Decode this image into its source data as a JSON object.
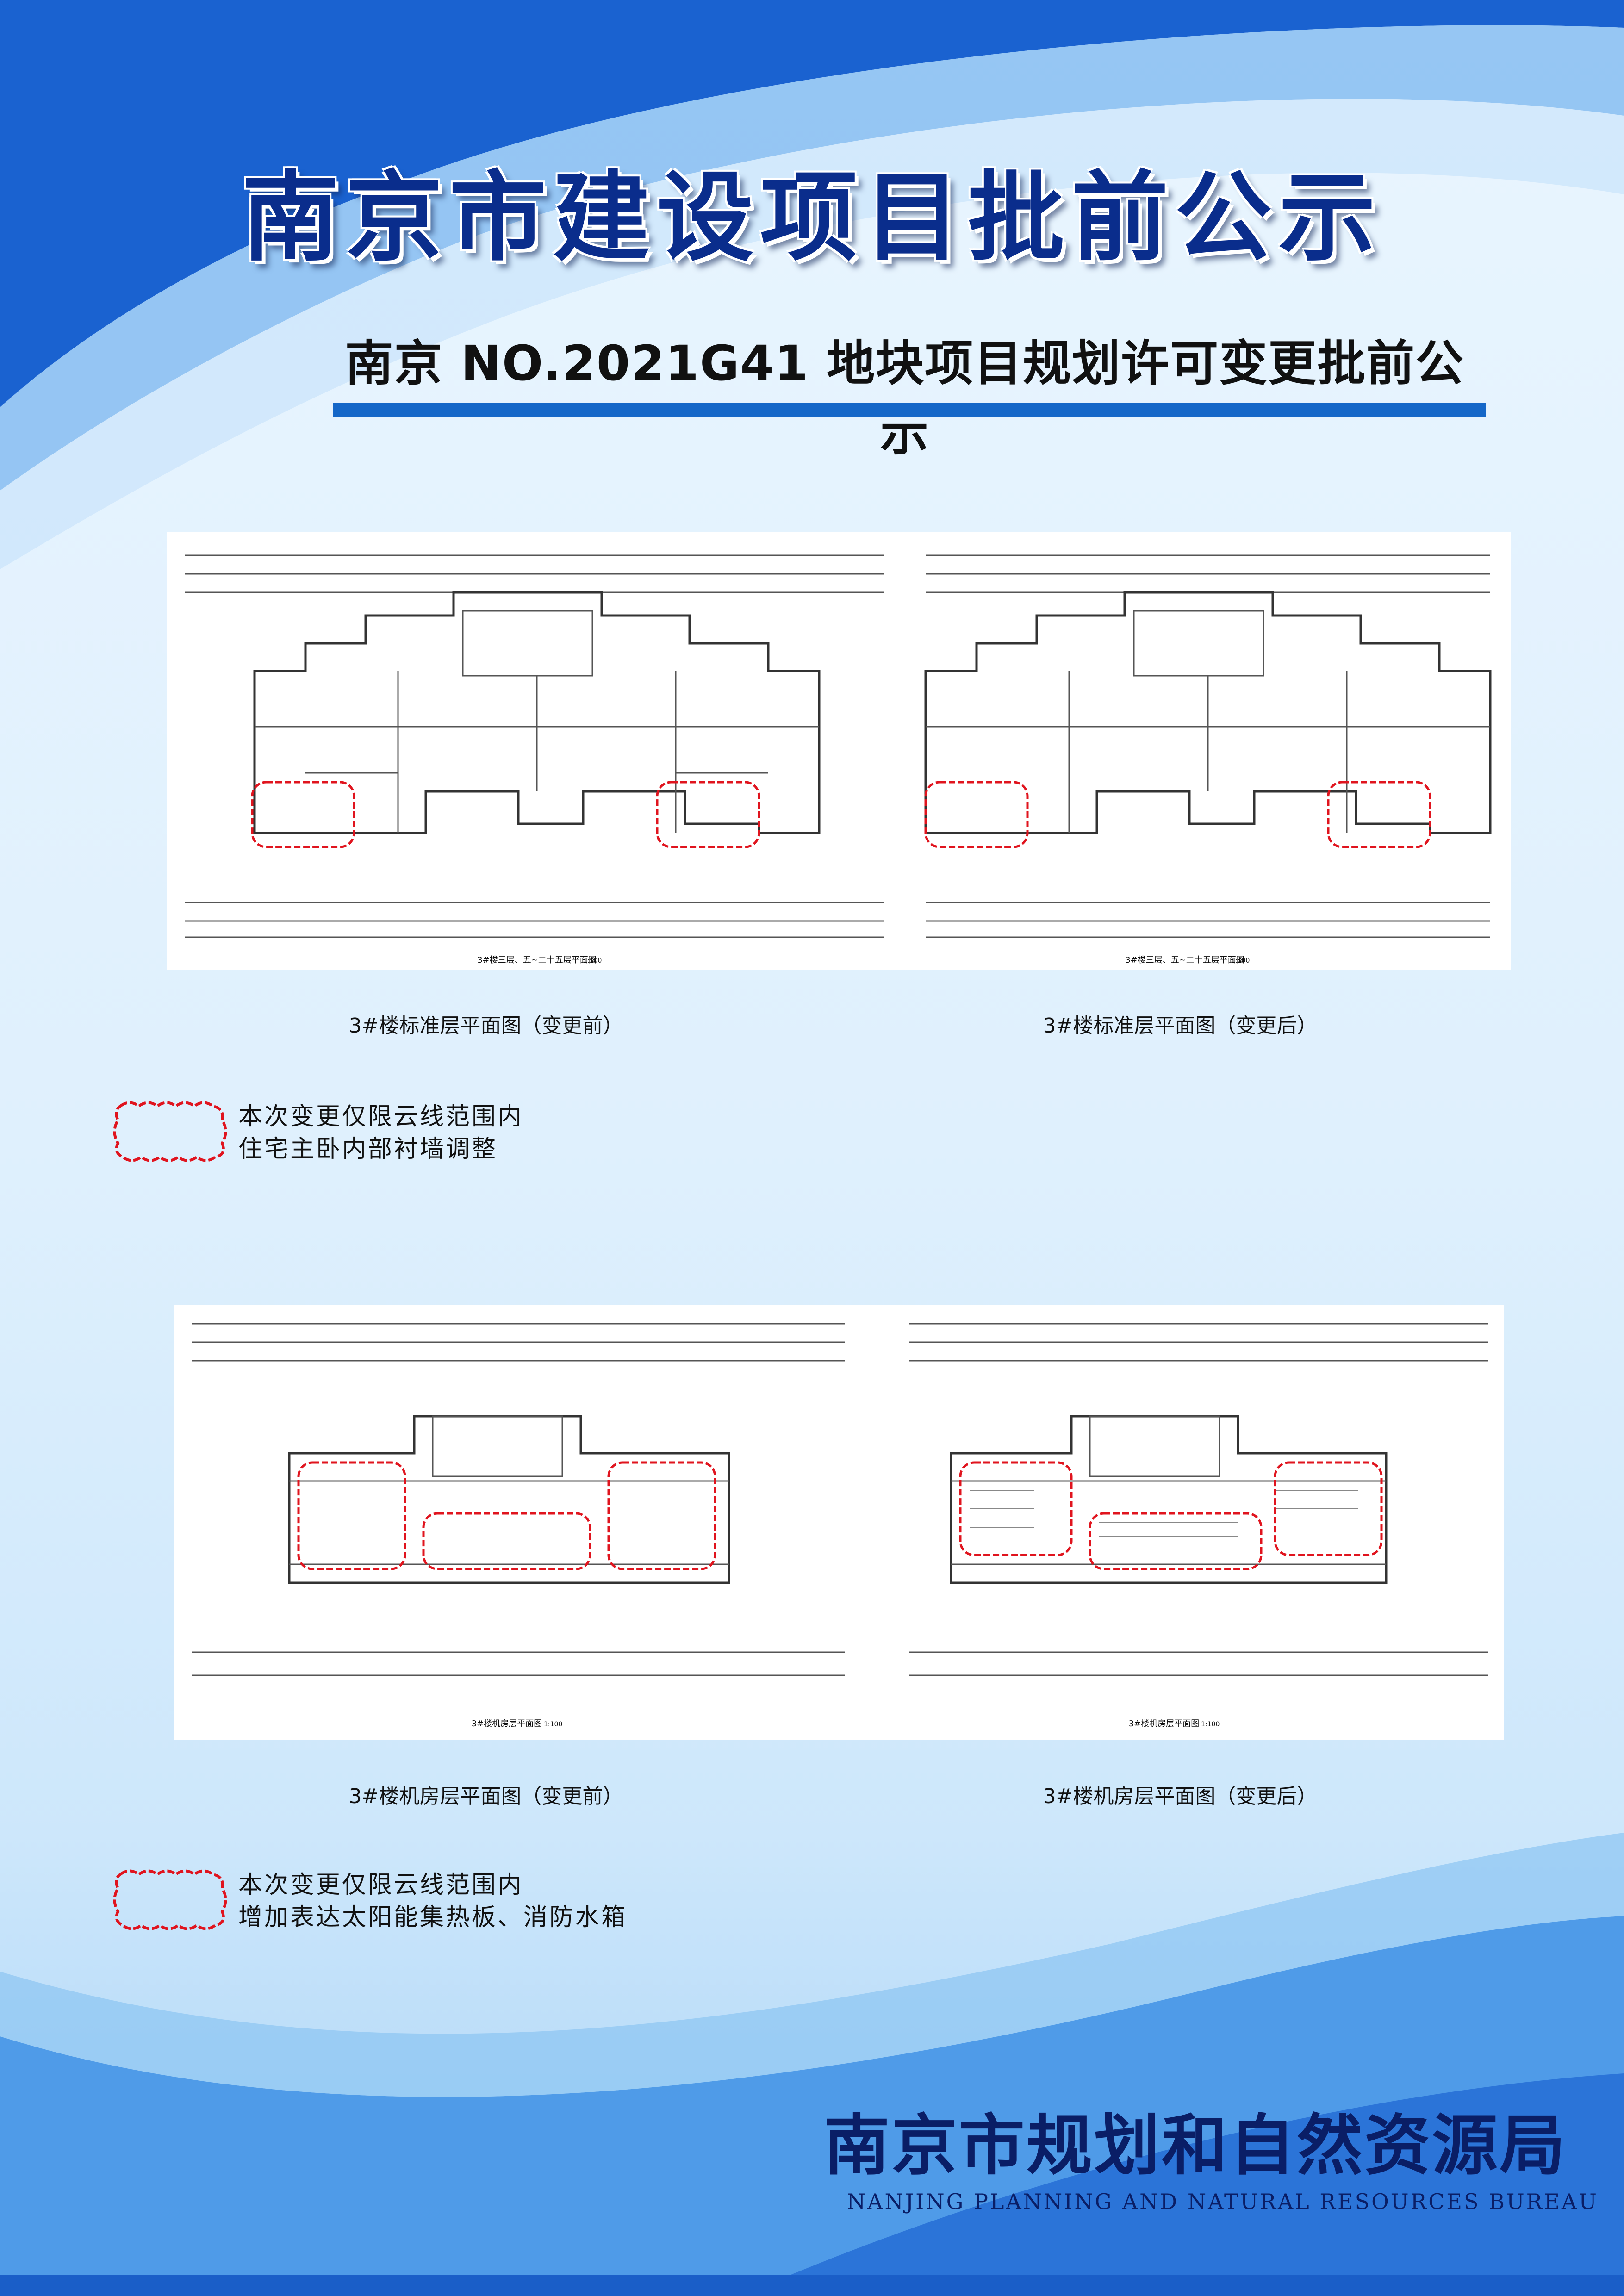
{
  "header": {
    "main_title": "南京市建设项目批前公示",
    "subtitle": "南京 NO.2021G41 地块项目规划许可变更批前公示"
  },
  "sections": [
    {
      "panels": [
        {
          "drawing_title": "3#楼三层、五~二十五层平面图",
          "scale": "1:100",
          "caption": "3#楼标准层平面图（变更前）"
        },
        {
          "drawing_title": "3#楼三层、五~二十五层平面图",
          "scale": "1:100",
          "caption": "3#楼标准层平面图（变更后）"
        }
      ],
      "legend": {
        "line1": "本次变更仅限云线范围内",
        "line2": "住宅主卧内部衬墙调整"
      }
    },
    {
      "panels": [
        {
          "drawing_title": "3#楼机房层平面图",
          "scale": "1:100",
          "caption": "3#楼机房层平面图（变更前）"
        },
        {
          "drawing_title": "3#楼机房层平面图",
          "scale": "1:100",
          "caption": "3#楼机房层平面图（变更后）"
        }
      ],
      "legend": {
        "line1": "本次变更仅限云线范围内",
        "line2": "增加表达太阳能集热板、消防水箱"
      }
    }
  ],
  "footer": {
    "org_name": "南京市规划和自然资源局",
    "org_name_en": "NANJING PLANNING AND NATURAL RESOURCES BUREAU"
  },
  "colors": {
    "title_blue": "#0a2d8c",
    "accent_blue": "#1567c8",
    "cloud_red": "#e0141e",
    "background": "#dbeefc"
  }
}
